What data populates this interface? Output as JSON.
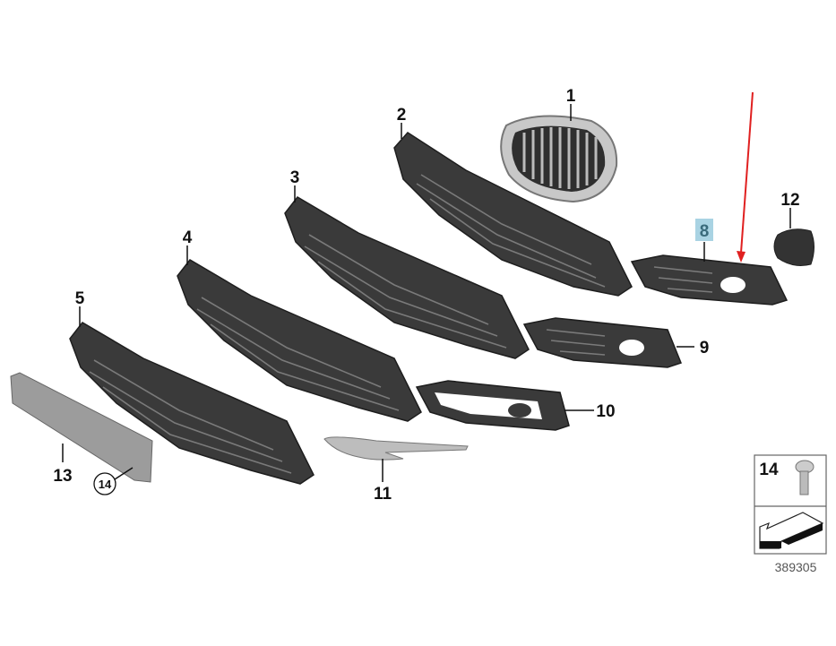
{
  "diagram": {
    "part_labels": [
      "1",
      "2",
      "3",
      "4",
      "5",
      "8",
      "9",
      "10",
      "11",
      "12",
      "13",
      "14"
    ],
    "highlighted_label": "8",
    "highlight_color": "#a9d3e3",
    "arrow_color": "#e02020",
    "legend_box": {
      "part": "14",
      "icon": "screw-icon",
      "arrow_icon": "direction-arrow-icon"
    },
    "diagram_number": "389305"
  }
}
